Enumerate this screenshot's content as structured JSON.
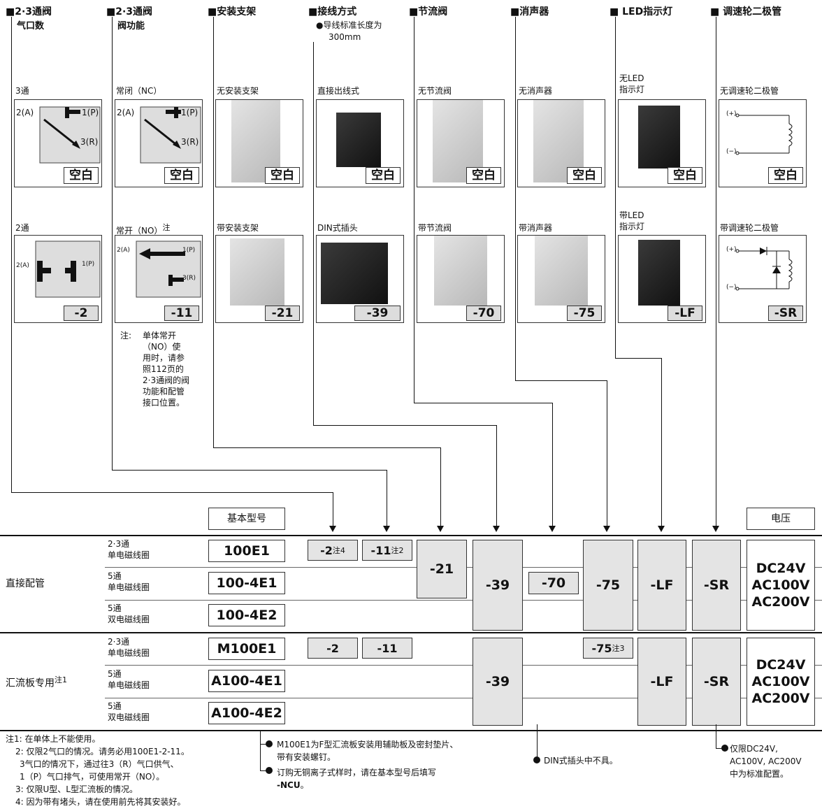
{
  "headers": [
    {
      "title": "■2·3通阀",
      "sub": "气口数"
    },
    {
      "title": "■2·3通阀",
      "sub": "阀功能"
    },
    {
      "title": "■安装支架",
      "sub": ""
    },
    {
      "title": "■接线方式",
      "sub": "●导线标准长度为",
      "sub2": "300mm"
    },
    {
      "title": "■节流阀",
      "sub": ""
    },
    {
      "title": "■消声器",
      "sub": ""
    },
    {
      "title": "■ LED指示灯",
      "sub": ""
    },
    {
      "title": "■ 调速轮二极管",
      "sub": ""
    }
  ],
  "options_top": [
    {
      "label": "3通",
      "code": "空白"
    },
    {
      "label": "常闭（NC）",
      "code": "空白"
    },
    {
      "label": "无安装支架",
      "code": "空白"
    },
    {
      "label": "直接出线式",
      "code": "空白"
    },
    {
      "label": "无节流阀",
      "code": "空白"
    },
    {
      "label": "无消声器",
      "code": "空白"
    },
    {
      "label": "无LED",
      "label2": "指示灯",
      "code": "空白"
    },
    {
      "label": "无调速轮二极管",
      "code": "空白"
    }
  ],
  "options_bottom": [
    {
      "label": "2通",
      "code": "-2"
    },
    {
      "label": "常开（NO）",
      "note": "注",
      "code": "-11"
    },
    {
      "label": "带安装支架",
      "code": "-21"
    },
    {
      "label": "DIN式插头",
      "code": "-39"
    },
    {
      "label": "带节流阀",
      "code": "-70"
    },
    {
      "label": "带消声器",
      "code": "-75"
    },
    {
      "label": "带LED",
      "label2": "指示灯",
      "code": "-LF"
    },
    {
      "label": "带调速轮二极管",
      "code": "-SR"
    }
  ],
  "diagram_labels": {
    "a2": "2(A)",
    "p1": "1(P)",
    "r3": "3(R)",
    "plus": "(+)",
    "minus": "(−)"
  },
  "no_note": {
    "prefix": "注:",
    "lines": [
      "单体常开",
      "（NO）使",
      "用时，请参",
      "照112页的",
      "2·3通阀的阀",
      "功能和配管",
      "接口位置。"
    ]
  },
  "table": {
    "base_label": "基本型号",
    "voltage_label": "电压",
    "groups": [
      {
        "name": "直接配管",
        "rows": [
          {
            "l1": "2·3通",
            "l2": "单电磁线圈",
            "model": "100E1"
          },
          {
            "l1": "5通",
            "l2": "单电磁线圈",
            "model": "100-4E1"
          },
          {
            "l1": "5通",
            "l2": "双电磁线圈",
            "model": "100-4E2"
          }
        ]
      },
      {
        "name": "汇流板专用",
        "name_note": "注1",
        "rows": [
          {
            "l1": "2·3通",
            "l2": "单电磁线圈",
            "model": "M100E1"
          },
          {
            "l1": "5通",
            "l2": "单电磁线圈",
            "model": "A100-4E1"
          },
          {
            "l1": "5通",
            "l2": "双电磁线圈",
            "model": "A100-4E2"
          }
        ]
      }
    ],
    "cells": {
      "c_2a": "-2",
      "c_2a_note": "注4",
      "c_11a": "-11",
      "c_11a_note": "注2",
      "c_21": "-21",
      "c_39a": "-39",
      "c_70": "-70",
      "c_75a": "-75",
      "c_lfa": "-LF",
      "c_sra": "-SR",
      "c_2b": "-2",
      "c_11b": "-11",
      "c_39b": "-39",
      "c_75b": "-75",
      "c_75b_note": "注3",
      "c_lfb": "-LF",
      "c_srb": "-SR"
    },
    "voltages": [
      "DC24V",
      "AC100V",
      "AC200V"
    ]
  },
  "footnotes": [
    "注1:  在单体上不能使用。",
    "2:  仅限2气口的情况。请务必用100E1-2-11。",
    "3气口的情况下，通过往3（R）气口供气、",
    "1（P）气口排气，可使用常开（NO）。",
    "3:  仅限U型、L型汇流板的情况。",
    "4:  因为带有堵头，请在使用前先将其安装好。"
  ],
  "bottom_notes": {
    "m100": "M100E1为F型汇流板安装用辅助板及密封垫片、",
    "m100b": "带有安装螺钉。",
    "ncu": "订购无铜离子式样时，请在基本型号后填写",
    "ncu_code": "-NCU",
    "ncu_end": "。",
    "din": "DIN式插头中不具。",
    "volt1": "仅限DC24V,",
    "volt2": "AC100V, AC200V",
    "volt3": "中为标准配置。"
  }
}
